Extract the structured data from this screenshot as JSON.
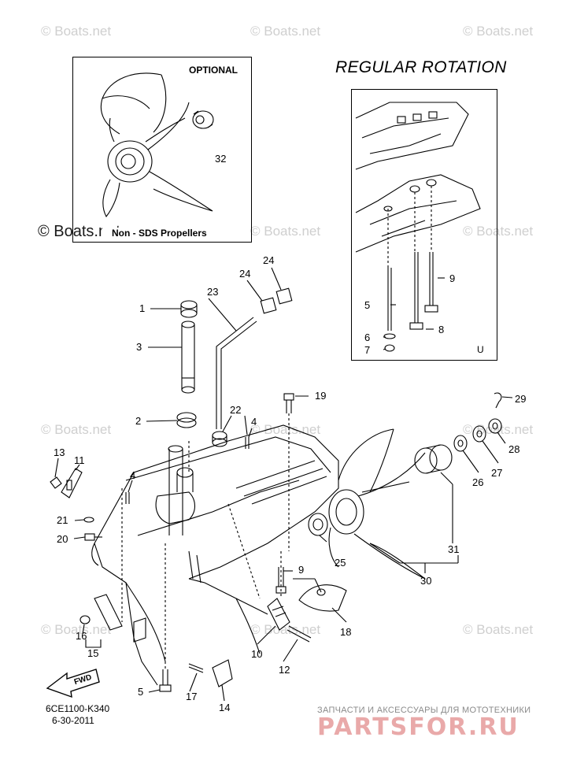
{
  "watermark": "© Boats.net",
  "optional_box": {
    "label": "OPTIONAL",
    "footer": "Non - SDS Propellers",
    "part": "32"
  },
  "rotation_box": {
    "title": "REGULAR ROTATION",
    "corner_mark": "U",
    "parts": [
      "5",
      "6",
      "7",
      "8",
      "9"
    ]
  },
  "parts": {
    "p1": "1",
    "p2": "2",
    "p3": "3",
    "p4a": "4",
    "p4b": "4",
    "p5": "5",
    "p9": "9",
    "p10": "10",
    "p11": "11",
    "p12": "12",
    "p13": "13",
    "p14": "14",
    "p15": "15",
    "p16": "16",
    "p17": "17",
    "p18": "18",
    "p19": "19",
    "p20": "20",
    "p21": "21",
    "p22": "22",
    "p23": "23",
    "p24a": "24",
    "p24b": "24",
    "p25": "25",
    "p26": "26",
    "p27": "27",
    "p28": "28",
    "p29": "29",
    "p30": "30",
    "p31": "31"
  },
  "fwd_label": "FWD",
  "doc_code": "6CE1100-K340",
  "doc_date": "6-30-2011",
  "partsfor": {
    "tagline": "ЗАПЧАСТИ И АКСЕССУАРЫ ДЛЯ МОТОТЕХНИКИ",
    "logo": "PARTSFOR.RU"
  }
}
